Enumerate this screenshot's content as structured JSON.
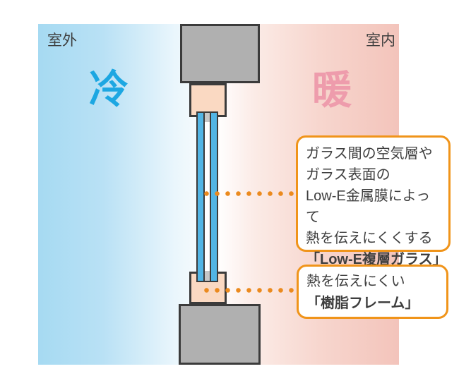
{
  "diagram": {
    "outdoor_label": "室外",
    "indoor_label": "室内",
    "cold_kanji": "冷",
    "warm_kanji": "暖"
  },
  "callouts": {
    "glass": {
      "line1": "ガラス間の空気層や",
      "line2": "ガラス表面の",
      "line3": "Low-E金属膜によって",
      "line4": "熱を伝えにくくする",
      "name": "「Low-E複層ガラス」"
    },
    "frame": {
      "line1": "熱を伝えにくい",
      "name": "「樹脂フレーム」"
    }
  },
  "colors": {
    "cold_text": "#1ca7e2",
    "warm_text": "#ee9cac",
    "label_text": "#3e3e3e",
    "outline": "#3b3b3b",
    "sash_fill": "#b0b0b0",
    "frame_fill": "#fad9c2",
    "glass_fill": "#52b5e5",
    "spacer_fill": "#c6c6c6",
    "callout_border": "#f0941a",
    "dot_color": "#eb8a1e",
    "gradient_cold": "#a6daf2",
    "gradient_warm": "#f3c4bb"
  }
}
